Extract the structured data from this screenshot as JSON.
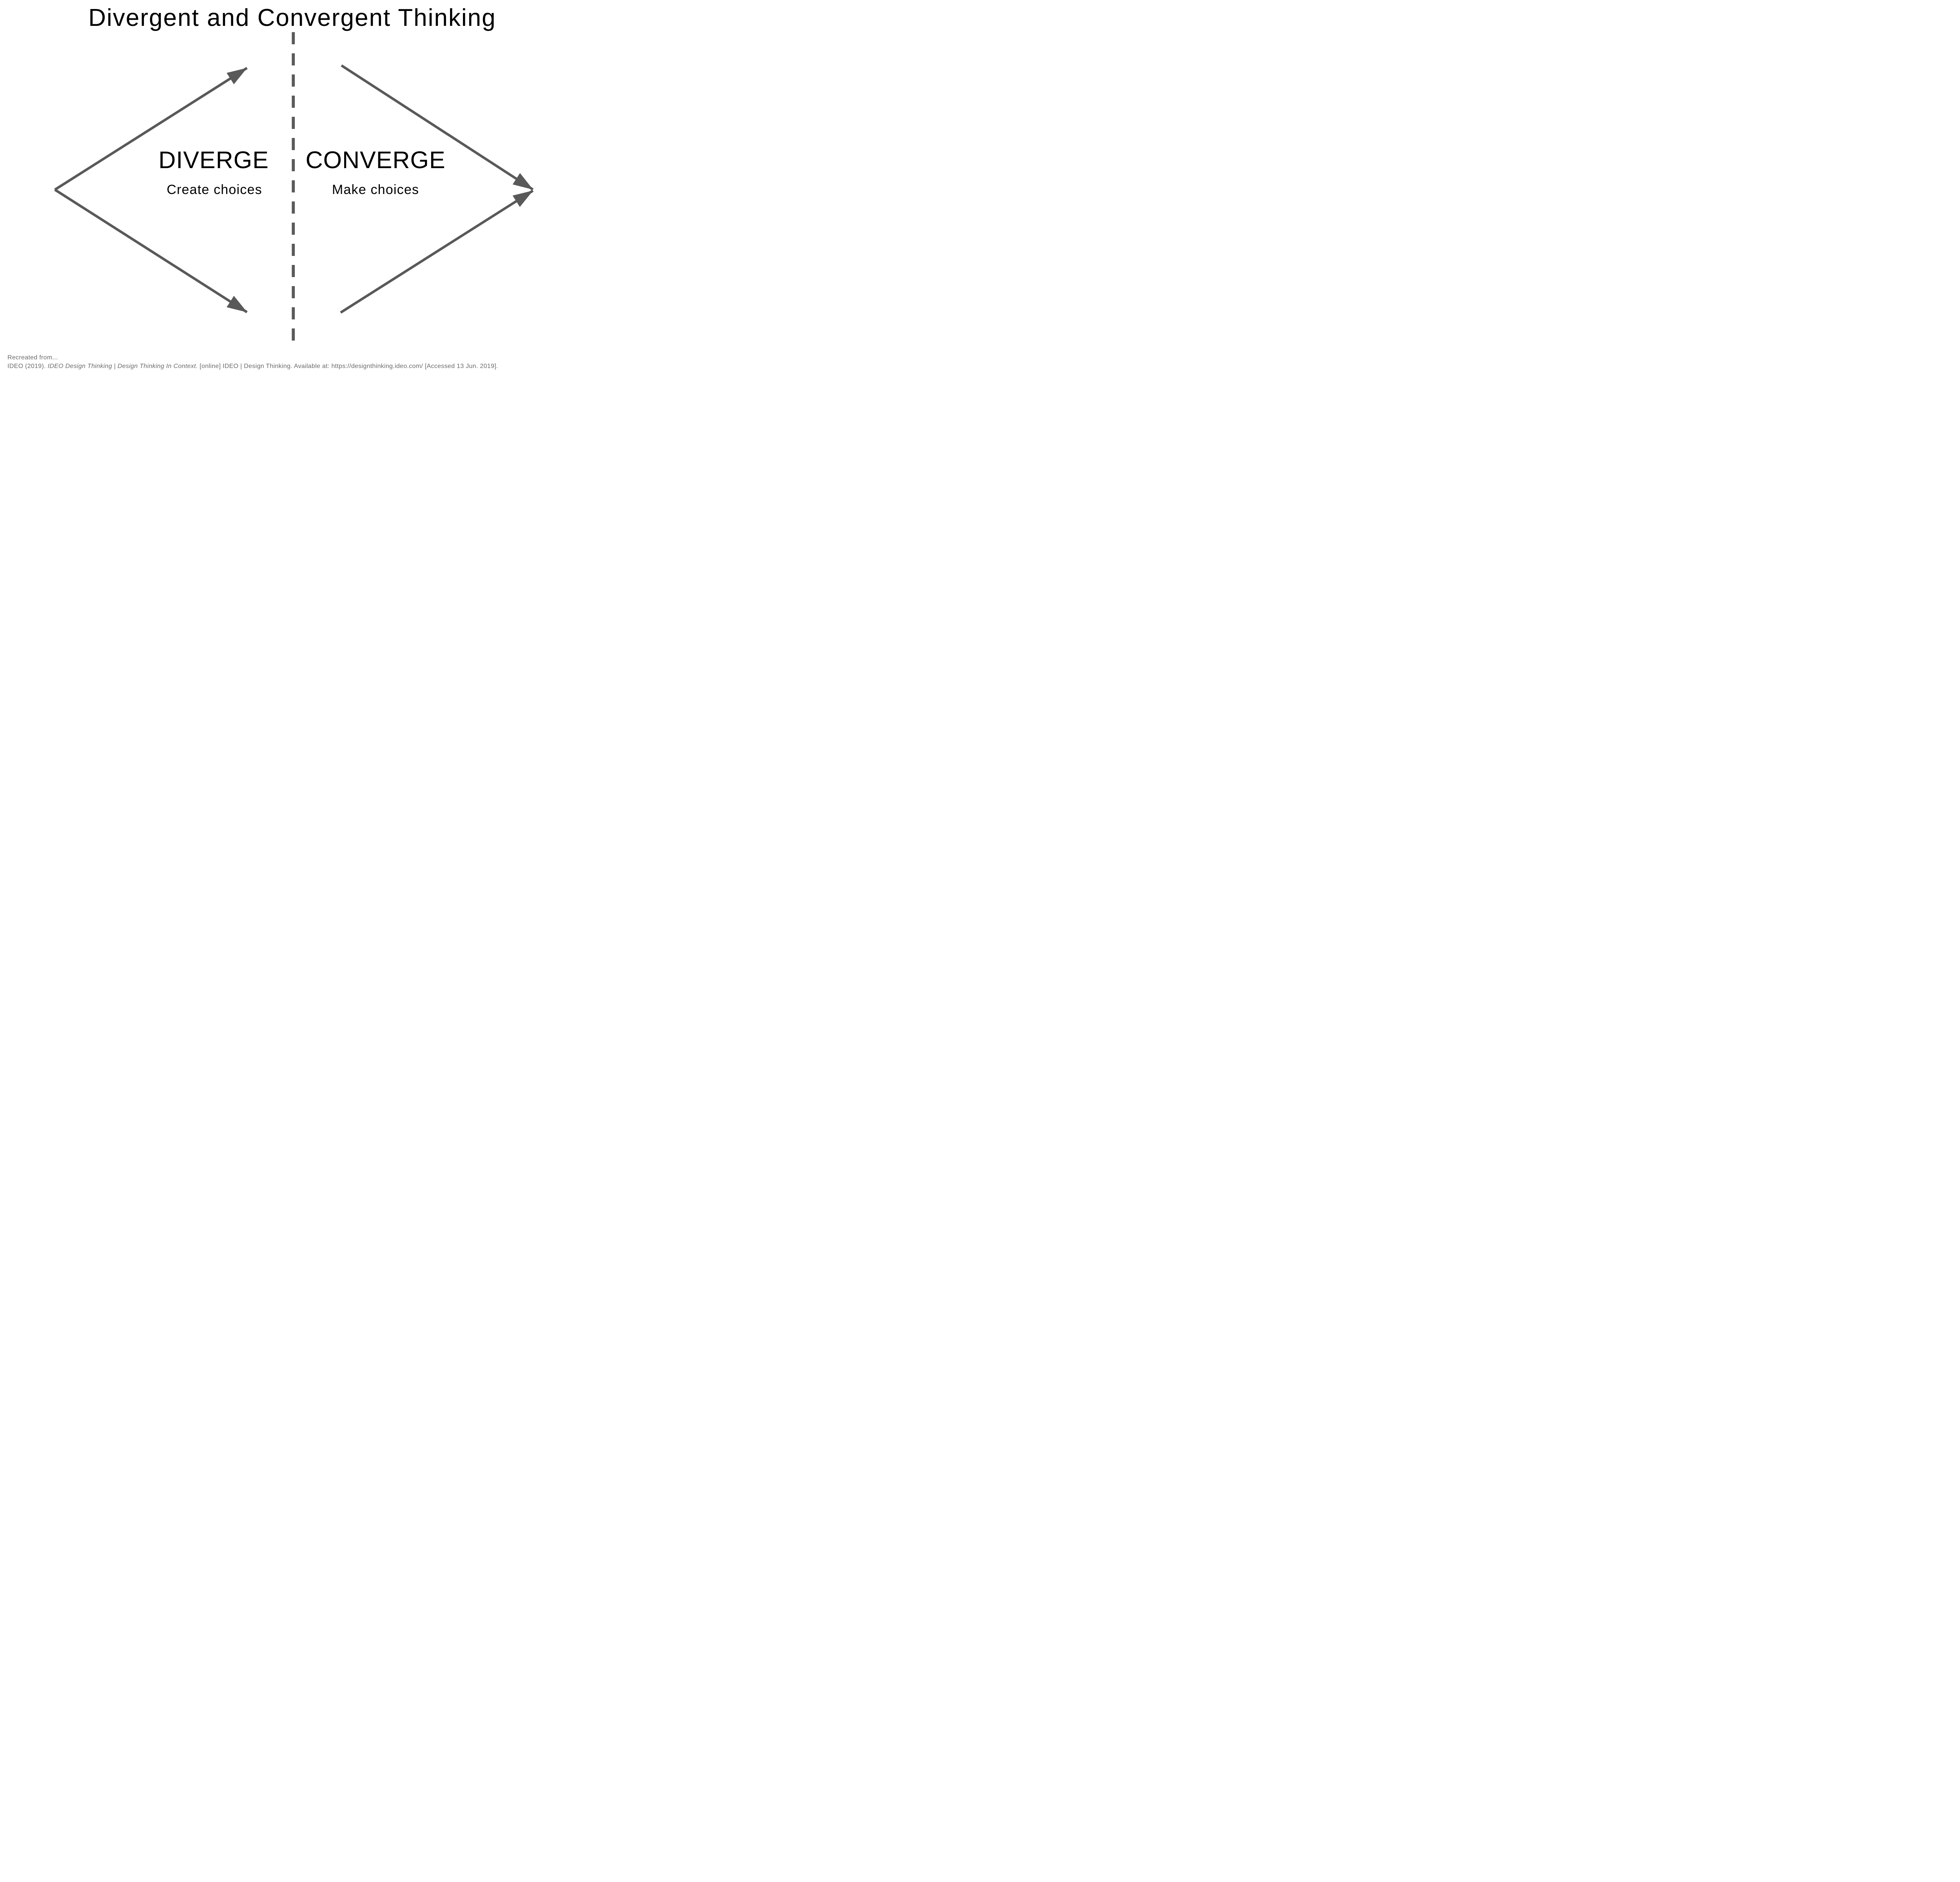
{
  "title": "Divergent and Convergent Thinking",
  "diagram": {
    "left": {
      "heading": "DIVERGE",
      "subheading": "Create choices"
    },
    "right": {
      "heading": "CONVERGE",
      "subheading": "Make choices"
    },
    "divider": {
      "style": "dashed-vertical-line"
    },
    "colors": {
      "arrow_gray": "#595959",
      "text_black": "#000000",
      "citation_gray": "#6a6a6a",
      "background": "#ffffff"
    }
  },
  "citation": {
    "line1": "Recreated from...",
    "line2_prefix": "IDEO (2019). ",
    "line2_italic": "IDEO Design Thinking | Design Thinking In Context.",
    "line2_suffix": " [online] IDEO | Design Thinking. Available at: https://designthinking.ideo.com/ [Accessed 13 Jun. 2019]."
  }
}
